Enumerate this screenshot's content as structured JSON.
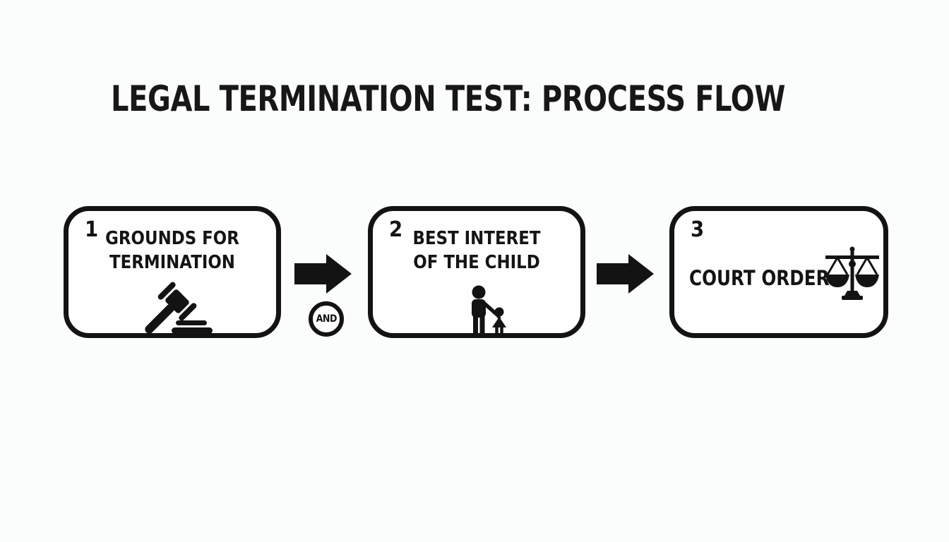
{
  "title": "LEGAL TERMINATION TEST: PROCESS FLOW",
  "colors": {
    "ink": "#131313",
    "background": "#fbfcfc",
    "box_fill": "#fffefe"
  },
  "steps": [
    {
      "number": "1",
      "line1": "GROUNDS FOR",
      "line2": "TERMINATION",
      "icon": "gavel-icon"
    },
    {
      "number": "2",
      "line1": "BEST INTERET",
      "line2": "OF THE CHILD",
      "icon": "parent-child-icon"
    },
    {
      "number": "3",
      "line1": "COURT ORDER",
      "icon": "scales-of-justice-icon"
    }
  ],
  "connectors": [
    {
      "type": "arrow"
    },
    {
      "type": "arrow"
    }
  ],
  "and_badge": {
    "label": "AND"
  }
}
